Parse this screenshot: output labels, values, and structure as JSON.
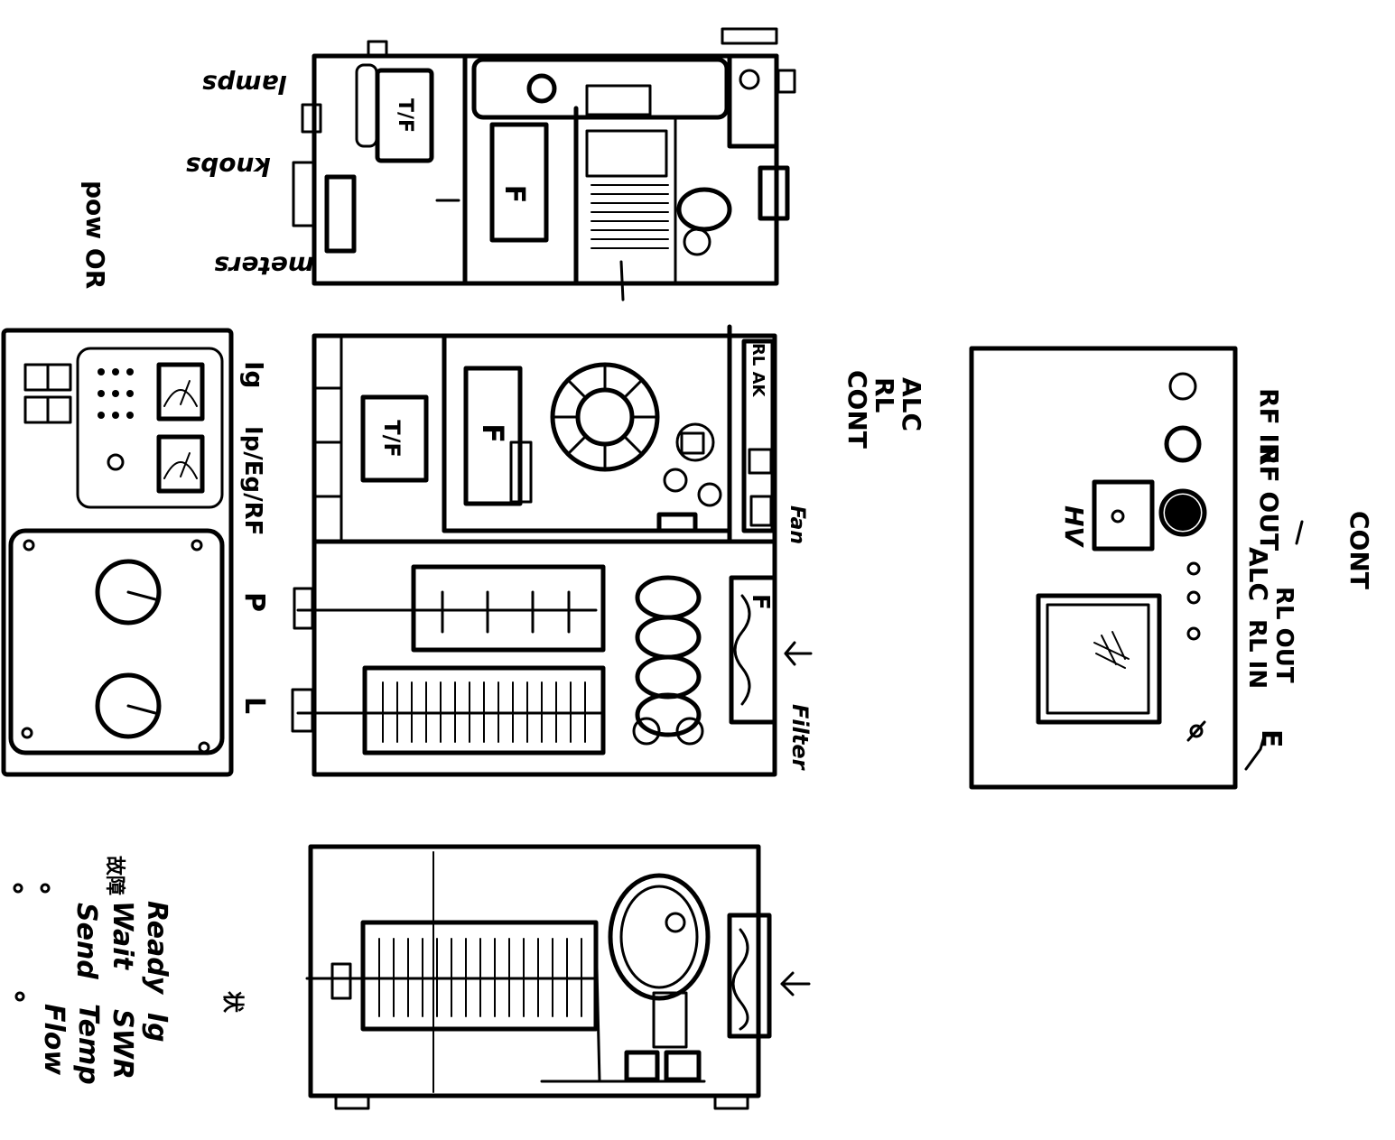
{
  "top_view": {
    "labels": {
      "lamps": "lamps",
      "knobs": "knobs",
      "meters": "meters",
      "pow_or": "pow OR"
    }
  },
  "front_panel": {
    "labels": {
      "ig": "Ig",
      "ip_eg_rf": "Ip/Eg/RF",
      "p": "P",
      "l": "L"
    }
  },
  "middle_view": {
    "labels": {
      "alc": "ALC",
      "rl": "RL",
      "cont": "CONT",
      "fan": "Fan",
      "filter": "Filter"
    }
  },
  "rear_panel": {
    "labels": {
      "rf_in": "RF IN",
      "rf_out": "RF OUT",
      "hv": "HV",
      "cont": "CONT",
      "rl_in": "RL IN",
      "rl_out": "RL OUT",
      "alc": "ALC",
      "e": "E"
    }
  },
  "indicators": {
    "labels": {
      "ready": "Ready",
      "wait": "Wait",
      "send": "Send",
      "ig": "Ig",
      "swr": "SWR",
      "temp": "Temp",
      "flow": "Flow",
      "alarm_header": "故障",
      "status_header": "状"
    }
  },
  "colors": {
    "ink": "#000000",
    "paper": "#ffffff"
  }
}
